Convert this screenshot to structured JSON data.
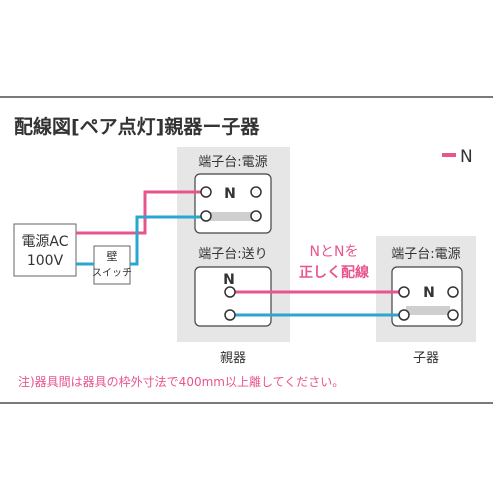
{
  "title": "配線図[ペア点灯]親器ー子器",
  "legend": {
    "label": "N",
    "color": "#e8558e"
  },
  "power": {
    "line1": "電源AC",
    "line2": "100V"
  },
  "wall_switch": {
    "line1": "壁",
    "line2": "スイッチ"
  },
  "parent": {
    "label": "親器",
    "terminal_power": {
      "label": "端子台:電源",
      "n": "N"
    },
    "terminal_send": {
      "label": "端子台:送り",
      "n": "N"
    }
  },
  "child": {
    "label": "子器",
    "terminal_power": {
      "label": "端子台:電源",
      "n": "N"
    }
  },
  "annotation": {
    "line1": "NとNを",
    "line2": "正しく配線"
  },
  "note": "注)器具間は器具の枠外寸法で400mm以上離してください。",
  "colors": {
    "pink": "#e8558e",
    "blue": "#2aa7cf",
    "panel": "#e6e6e6",
    "frame": "#7a7a7a",
    "text": "#333333"
  }
}
